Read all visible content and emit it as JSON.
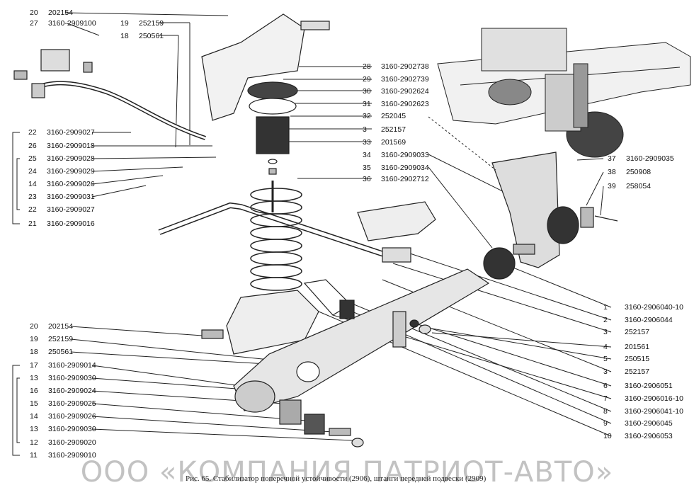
{
  "caption": "Рис. 65. Стабилизатор поперечной устойчивости (2906), штанги передней подвески (2909)",
  "watermark": "ООО «КОМПАНИЯ ПАТРИОТ-АВТО»",
  "labels_top_left": [
    {
      "n": "20",
      "code": "202154"
    },
    {
      "n": "27",
      "code": "3160-2909100"
    },
    {
      "n": "19",
      "code": "252159"
    },
    {
      "n": "18",
      "code": "250561"
    }
  ],
  "labels_left_upper": [
    {
      "n": "22",
      "code": "3160-2909027"
    },
    {
      "n": "26",
      "code": "3160-2909018"
    },
    {
      "n": "25",
      "code": "3160-2909028"
    },
    {
      "n": "24",
      "code": "3160-2909029"
    },
    {
      "n": "14",
      "code": "3160-2909026"
    },
    {
      "n": "23",
      "code": "3160-2909031"
    },
    {
      "n": "22",
      "code": "3160-2909027"
    },
    {
      "n": "21",
      "code": "3160-2909016"
    }
  ],
  "labels_center": [
    {
      "n": "28",
      "code": "3160-2902738"
    },
    {
      "n": "29",
      "code": "3160-2902739"
    },
    {
      "n": "30",
      "code": "3160-2902624"
    },
    {
      "n": "31",
      "code": "3160-2902623"
    },
    {
      "n": "32",
      "code": "252045"
    },
    {
      "n": "3",
      "code": "252157"
    },
    {
      "n": "33",
      "code": "201569"
    },
    {
      "n": "34",
      "code": "3160-2909033"
    },
    {
      "n": "35",
      "code": "3160-2909034"
    },
    {
      "n": "36",
      "code": "3160-2902712"
    }
  ],
  "labels_right_upper": [
    {
      "n": "37",
      "code": "3160-2909035"
    },
    {
      "n": "38",
      "code": "250908"
    },
    {
      "n": "39",
      "code": "258054"
    }
  ],
  "labels_right_lower": [
    {
      "n": "1",
      "code": "3160-2906040-10"
    },
    {
      "n": "2",
      "code": "3160-2906044"
    },
    {
      "n": "3",
      "code": "252157"
    },
    {
      "n": "4",
      "code": "201561"
    },
    {
      "n": "5",
      "code": "250515"
    },
    {
      "n": "3",
      "code": "252157"
    },
    {
      "n": "6",
      "code": "3160-2906051"
    },
    {
      "n": "7",
      "code": "3160-2906016-10"
    },
    {
      "n": "8",
      "code": "3160-2906041-10"
    },
    {
      "n": "9",
      "code": "3160-2906045"
    },
    {
      "n": "10",
      "code": "3160-2906053"
    }
  ],
  "labels_left_lower": [
    {
      "n": "20",
      "code": "202154"
    },
    {
      "n": "19",
      "code": "252159"
    },
    {
      "n": "18",
      "code": "250561"
    },
    {
      "n": "17",
      "code": "3160-2909014"
    },
    {
      "n": "13",
      "code": "3160-2909030"
    },
    {
      "n": "16",
      "code": "3160-2909024"
    },
    {
      "n": "15",
      "code": "3160-2909025"
    },
    {
      "n": "14",
      "code": "3160-2909026"
    },
    {
      "n": "13",
      "code": "3160-2909030"
    },
    {
      "n": "12",
      "code": "3160-2909020"
    },
    {
      "n": "11",
      "code": "3160-2909010"
    }
  ]
}
